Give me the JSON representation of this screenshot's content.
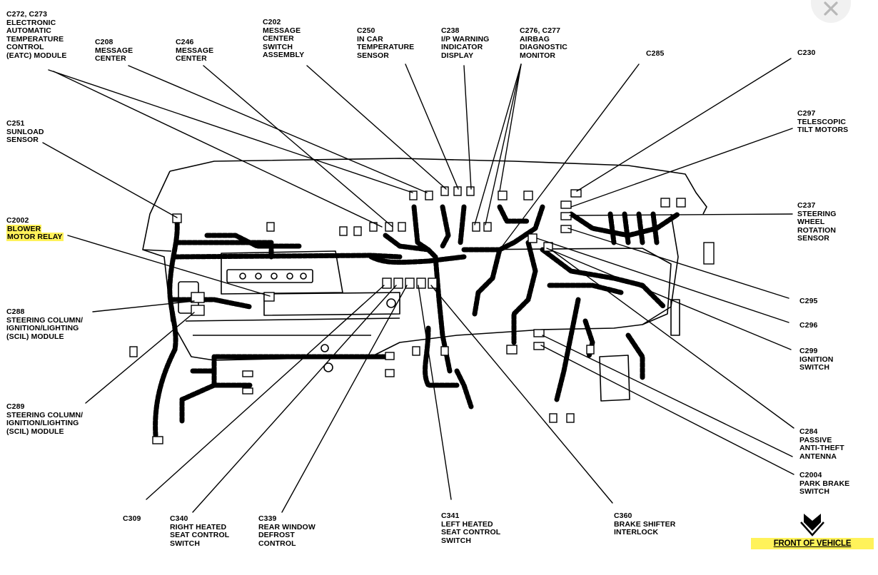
{
  "diagram": {
    "labels": {
      "c272": [
        "C272, C273",
        "ELECTRONIC",
        "AUTOMATIC",
        "TEMPERATURE",
        "CONTROL",
        "(EATC) MODULE"
      ],
      "c208": [
        "C208",
        "MESSAGE",
        "CENTER"
      ],
      "c246": [
        "C246",
        "MESSAGE",
        "CENTER"
      ],
      "c202": [
        "C202",
        "MESSAGE",
        "CENTER",
        "SWITCH",
        "ASSEMBLY"
      ],
      "c250": [
        "C250",
        "IN CAR",
        "TEMPERATURE",
        "SENSOR"
      ],
      "c238": [
        "C238",
        "I/P WARNING",
        "INDICATOR",
        "DISPLAY"
      ],
      "c276": [
        "C276, C277",
        "AIRBAG",
        "DIAGNOSTIC",
        "MONITOR"
      ],
      "c285": [
        "C285"
      ],
      "c230": [
        "C230"
      ],
      "c297": [
        "C297",
        "TELESCOPIC",
        "TILT MOTORS"
      ],
      "c251": [
        "C251",
        "SUNLOAD",
        "SENSOR"
      ],
      "c2002": [
        "C2002",
        "BLOWER",
        "MOTOR RELAY"
      ],
      "c237": [
        "C237",
        "STEERING",
        "WHEEL",
        "ROTATION",
        "SENSOR"
      ],
      "c288": [
        "C288",
        "STEERING COLUMN/",
        "IGNITION/LIGHTING",
        "(SCIL) MODULE"
      ],
      "c295": [
        "C295"
      ],
      "c296": [
        "C296"
      ],
      "c299": [
        "C299",
        "IGNITION",
        "SWITCH"
      ],
      "c289": [
        "C289",
        "STEERING COLUMN/",
        "IGNITION/LIGHTING",
        "(SCIL) MODULE"
      ],
      "c284": [
        "C284",
        "PASSIVE",
        "ANTI-THEFT",
        "ANTENNA"
      ],
      "c2004": [
        "C2004",
        "PARK BRAKE",
        "SWITCH"
      ],
      "c309": [
        "C309"
      ],
      "c340": [
        "C340",
        "RIGHT HEATED",
        "SEAT CONTROL",
        "SWITCH"
      ],
      "c339": [
        "C339",
        "REAR WINDOW",
        "DEFROST",
        "CONTROL"
      ],
      "c341": [
        "C341",
        "LEFT HEATED",
        "SEAT CONTROL",
        "SWITCH"
      ],
      "c360": [
        "C360",
        "BRAKE SHIFTER",
        "INTERLOCK"
      ]
    },
    "front_of_vehicle": "FRONT OF VEHICLE",
    "highlight_color": "#fff25a",
    "highlighted": [
      "BLOWER",
      "MOTOR RELAY",
      "FRONT OF VEHICLE"
    ]
  },
  "ui": {
    "close_icon": "close-icon",
    "close_glyph": "✕"
  }
}
